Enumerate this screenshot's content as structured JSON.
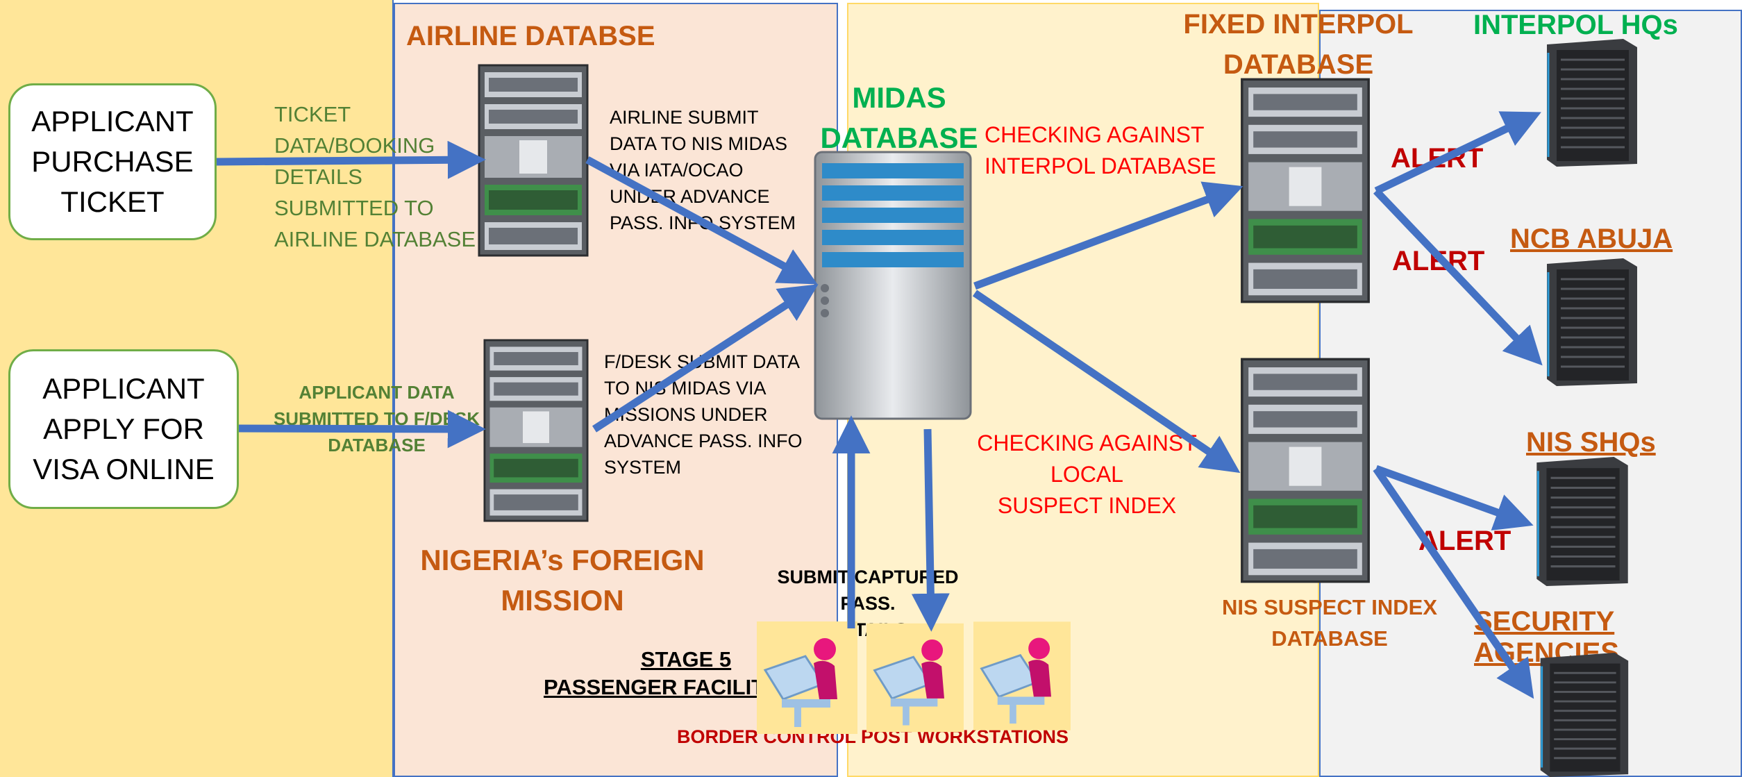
{
  "colors": {
    "applicant_zone": "#ffe699",
    "airline_zone": "#fbe5d6",
    "midas_zone": "#fff2cc",
    "interpol_zone": "#f2f2f2",
    "arrow": "#4472c4",
    "title_orange": "#c55a11",
    "title_green": "#00b050",
    "alert": "#c00000"
  },
  "applicants": {
    "purchase_ticket": "APPLICANT\nPURCHASE\nTICKET",
    "apply_visa": "APPLICANT\nAPPLY FOR\nVISA ONLINE"
  },
  "airline": {
    "title": "AIRLINE DATABSE",
    "ticket_note": "TICKET\nDATA/BOOKING\nDETAILS\nSUBMITTED TO\nAIRLINE DATABASE",
    "submit_note": "AIRLINE SUBMIT\nDATA TO NIS MIDAS\nVIA IATA/OCAO\nUNDER ADVANCE\nPASS. INFO SYSTEM"
  },
  "mission": {
    "title": "NIGERIA’s FOREIGN\nMISSION",
    "applicant_note": "APPLICANT DATA\nSUBMITTED TO F/DESK\nDATABASE",
    "submit_note": "F/DESK SUBMIT DATA\nTO NIS MIDAS VIA\nMISSIONS UNDER\nADVANCE PASS. INFO\nSYSTEM"
  },
  "midas": {
    "title": "MIDAS\nDATABASE",
    "check_interpol": "CHECKING AGAINST\nINTERPOL DATABASE",
    "check_local": "CHECKING AGAINST LOCAL\nSUSPECT INDEX"
  },
  "interpol_db": {
    "title": "FIXED INTERPOL\nDATABASE"
  },
  "suspect_db": {
    "title": "NIS SUSPECT INDEX\nDATABASE"
  },
  "alerts": [
    "ALERT",
    "ALERT",
    "ALERT"
  ],
  "recipients": {
    "interpol_hq": "INTERPOL HQs",
    "ncb_abuja": "NCB ABUJA",
    "nis_shq": "NIS SHQs",
    "security_agencies": "SECURITY AGENCIES"
  },
  "stage": {
    "submit_note": "SUBMIT CAPTURED PASS.\nDETAILS",
    "stage_label": "STAGE 5\nPASSENGER FACILITATION",
    "workstations_label": "BORDER CONTROL POST WORKSTATIONS"
  },
  "icons": {
    "rack_server": "rack-server-icon",
    "tower_server": "tower-server-icon",
    "midas_server": "database-server-icon",
    "workstation": "computer-user-icon"
  }
}
